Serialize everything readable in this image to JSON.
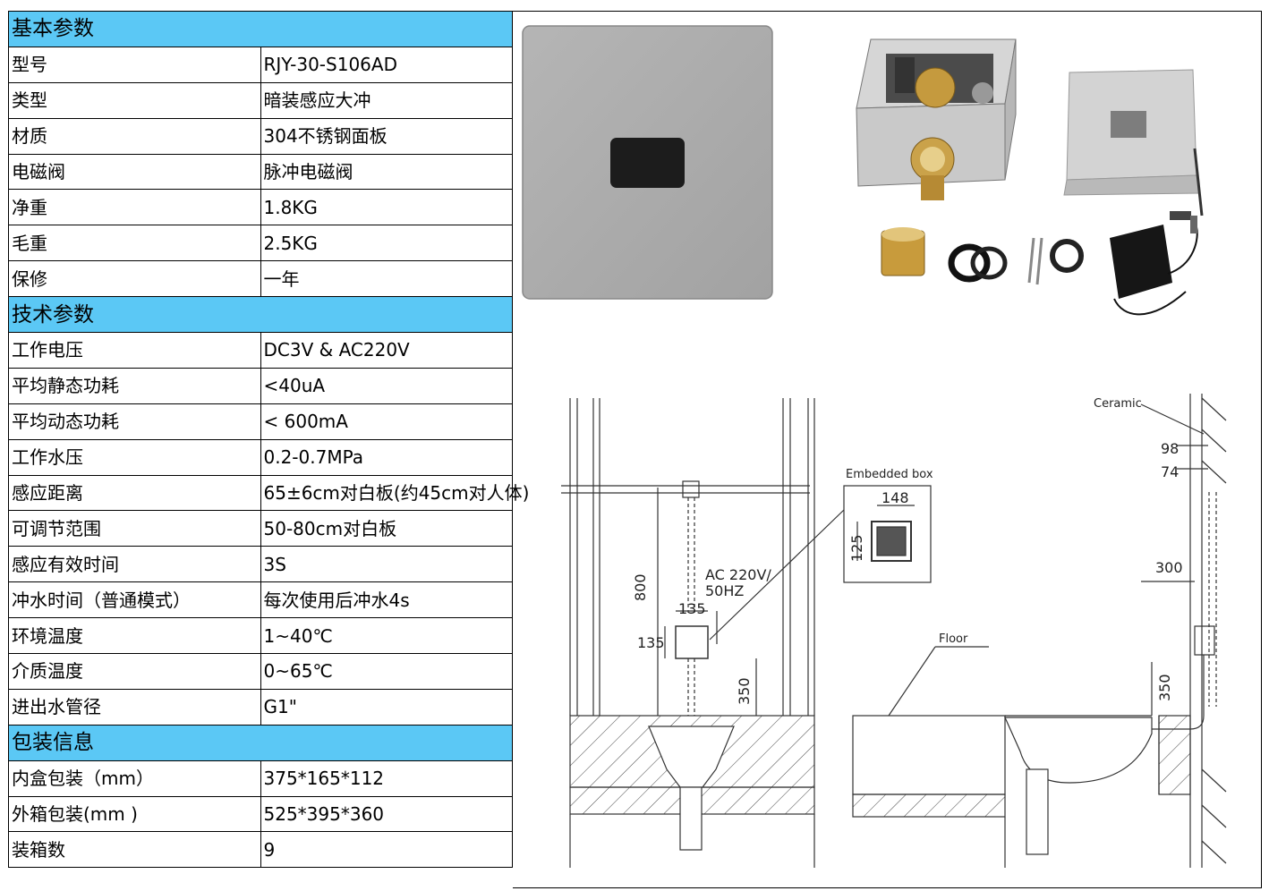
{
  "sections": [
    {
      "title": "基本参数",
      "rows": [
        {
          "label": "型号",
          "value": "RJY-30-S106AD"
        },
        {
          "label": "类型",
          "value": "暗装感应大冲"
        },
        {
          "label": "材质",
          "value": "304不锈钢面板"
        },
        {
          "label": "电磁阀",
          "value": "脉冲电磁阀"
        },
        {
          "label": "净重",
          "value": "1.8KG"
        },
        {
          "label": "毛重",
          "value": "2.5KG"
        },
        {
          "label": "保修",
          "value": "一年"
        }
      ]
    },
    {
      "title": "技术参数",
      "rows": [
        {
          "label": "工作电压",
          "value": "DC3V & AC220V"
        },
        {
          "label": "平均静态功耗",
          "value": "<40uA"
        },
        {
          "label": "平均动态功耗",
          "value": " < 600mA"
        },
        {
          "label": "工作水压",
          "value": "0.2-0.7MPa"
        },
        {
          "label": "感应距离",
          "value": "65±6cm对白板(约45cm对人体)"
        },
        {
          "label": "可调节范围",
          "value": "50-80cm对白板"
        },
        {
          "label": "感应有效时间",
          "value": "3S"
        },
        {
          "label": "冲水时间（普通模式）",
          "value": "每次使用后冲水4s"
        },
        {
          "label": "环境温度",
          "value": "1~40℃"
        },
        {
          "label": "介质温度",
          "value": "0~65℃"
        },
        {
          "label": "进出水管径",
          "value": "G1\""
        }
      ]
    },
    {
      "title": "包装信息",
      "rows": [
        {
          "label": "内盒包装（mm）",
          "value": "375*165*112"
        },
        {
          "label": "外箱包装(mm )",
          "value": "525*395*360"
        },
        {
          "label": "装箱数",
          "value": "9"
        }
      ]
    }
  ],
  "drawing": {
    "embedded_box_label": "Embedded box",
    "box_width": "148",
    "box_height": "125",
    "power_label_1": "AC 220V/",
    "power_label_2": "50HZ",
    "height_800": "800",
    "valve_135_top": "135",
    "valve_135_side": "135",
    "height_350_left": "350",
    "ceramic_label": "Ceramic",
    "dim_98": "98",
    "dim_74": "74",
    "dim_300": "300",
    "floor_label": "Floor",
    "height_350_right": "350"
  },
  "colors": {
    "section_header": "#5bc8f5",
    "panel_gray": "#aaaaaa",
    "sensor_window": "#1c1c1c"
  }
}
